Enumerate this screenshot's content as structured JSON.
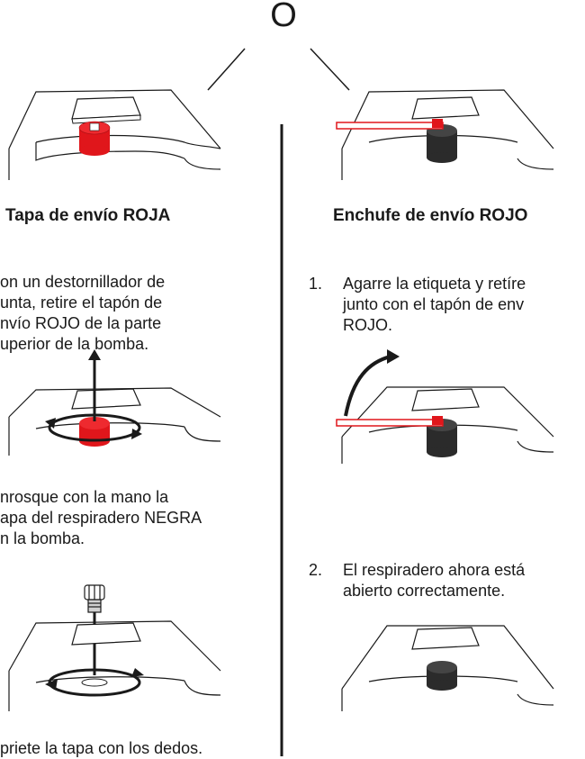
{
  "or_label": "O",
  "left_column": {
    "heading": "Tapa de envío ROJA",
    "step1_lines": [
      "on un destornillador de",
      "unta, retire el tapón de",
      "nvío ROJO de la parte",
      "uperior de la bomba."
    ],
    "step2_lines": [
      "nrosque con la mano la",
      "apa del respiradero NEGRA",
      "n la bomba."
    ],
    "step3_lines": [
      "priete la tapa con los dedos."
    ]
  },
  "right_column": {
    "heading": "Enchufe de envío ROJO",
    "step1_number": "1.",
    "step1_lines": [
      "Agarre la etiqueta y retíre",
      "junto con el tapón de env",
      "ROJO."
    ],
    "step2_number": "2.",
    "step2_lines": [
      "El respiradero ahora está",
      "abierto correctamente."
    ]
  },
  "colors": {
    "red_cap": "#e0161b",
    "black_cap": "#2b2b2b",
    "divider": "#1a1a1a"
  }
}
